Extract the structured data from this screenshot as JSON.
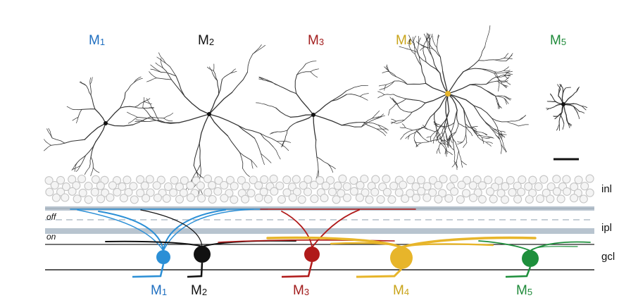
{
  "top_labels": [
    {
      "main": "M",
      "sub": "1",
      "color": "#1f6fc0"
    },
    {
      "main": "M",
      "sub": "2",
      "color": "#111111"
    },
    {
      "main": "M",
      "sub": "3",
      "color": "#a21d1d"
    },
    {
      "main": "M",
      "sub": "4",
      "color": "#c9a41a"
    },
    {
      "main": "M",
      "sub": "5",
      "color": "#1f8a3a"
    }
  ],
  "bottom_labels": [
    {
      "main": "M",
      "sub": "1",
      "color": "#1f6fc0"
    },
    {
      "main": "M",
      "sub": "2",
      "color": "#111111"
    },
    {
      "main": "M",
      "sub": "3",
      "color": "#a21d1d"
    },
    {
      "main": "M",
      "sub": "4",
      "color": "#c9a41a"
    },
    {
      "main": "M",
      "sub": "5",
      "color": "#1f8a3a"
    }
  ],
  "layers": {
    "inl": "inl",
    "ipl": "ipl",
    "gcl": "gcl",
    "off": "off",
    "on": "on"
  },
  "colors": {
    "m1": "#2b8fd6",
    "m2": "#111111",
    "m3": "#b01a1a",
    "m4": "#e7b52a",
    "m5": "#1e8f3c",
    "band": "#b8c4cf",
    "cell": "#c8c8c8"
  }
}
